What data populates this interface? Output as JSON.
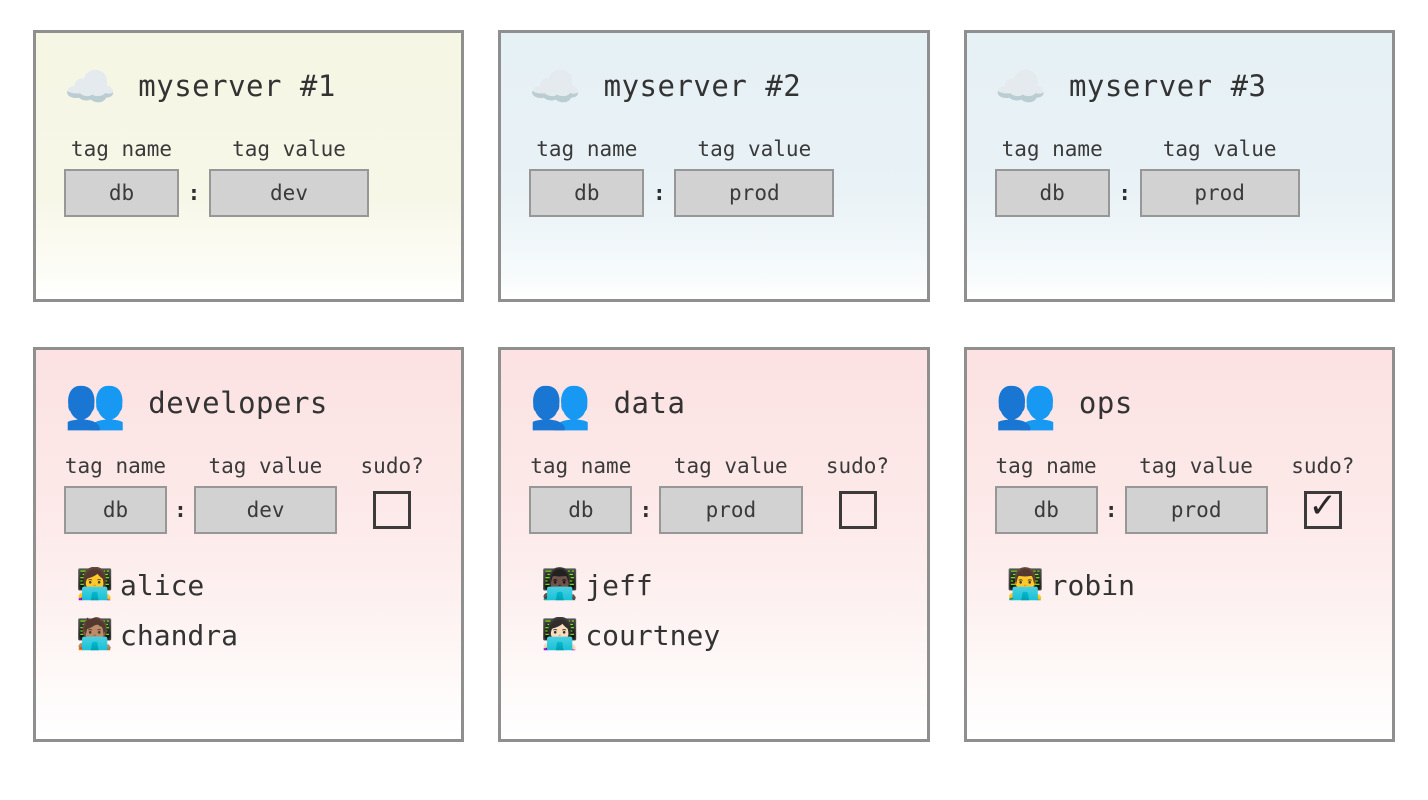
{
  "labels": {
    "tag_name": "tag name",
    "tag_value": "tag value",
    "sudo": "sudo?",
    "colon": ":",
    "check_glyph": "✓"
  },
  "icons": {
    "cloud": "☁️",
    "busts": "👥",
    "person_blonde": "👩‍💻",
    "person_medium": "🧑🏽‍💻",
    "person_dark": "👨🏿‍💻",
    "person_light": "👩🏻‍💻",
    "person_robin": "👨‍💻"
  },
  "colors": {
    "card_border": "#8f8f8f",
    "cream": "#f6f6e4",
    "blue": "#e6f1f5",
    "pink": "#fce2e2",
    "tag_box_fill": "#d2d2d2",
    "tag_box_border": "#979797",
    "text": "#333333",
    "checkbox_border": "#3c3a3a"
  },
  "servers": [
    {
      "name": "myserver #1",
      "icon": "cloud",
      "tone": "cream",
      "tag": {
        "name": "db",
        "value": "dev"
      }
    },
    {
      "name": "myserver #2",
      "icon": "cloud",
      "tone": "blue",
      "tag": {
        "name": "db",
        "value": "prod"
      }
    },
    {
      "name": "myserver #3",
      "icon": "cloud",
      "tone": "blue",
      "tag": {
        "name": "db",
        "value": "prod"
      }
    }
  ],
  "groups": [
    {
      "name": "developers",
      "icon": "busts",
      "tone": "pink",
      "tag": {
        "name": "db",
        "value": "dev"
      },
      "sudo": false,
      "members": [
        {
          "name": "alice",
          "icon": "person_blonde"
        },
        {
          "name": "chandra",
          "icon": "person_medium"
        }
      ]
    },
    {
      "name": "data",
      "icon": "busts",
      "tone": "pink",
      "tag": {
        "name": "db",
        "value": "prod"
      },
      "sudo": false,
      "members": [
        {
          "name": "jeff",
          "icon": "person_dark"
        },
        {
          "name": "courtney",
          "icon": "person_light"
        }
      ]
    },
    {
      "name": "ops",
      "icon": "busts",
      "tone": "pink",
      "tag": {
        "name": "db",
        "value": "prod"
      },
      "sudo": true,
      "members": [
        {
          "name": "robin",
          "icon": "person_robin"
        }
      ]
    }
  ]
}
